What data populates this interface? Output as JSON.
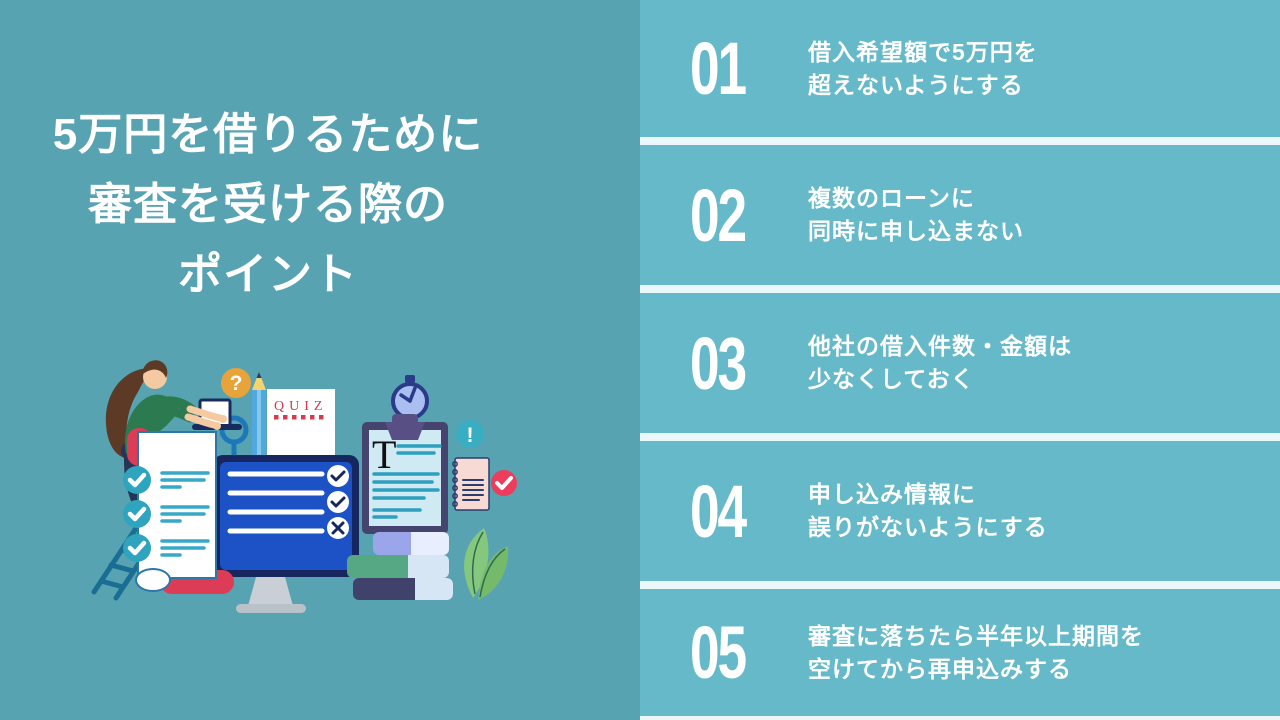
{
  "colors": {
    "left_bg": "#57A3B1",
    "right_bg": "#66B9C8",
    "divider": "#EBF7FA",
    "text": "#FFFFFF",
    "accent_red": "#DC3C55",
    "accent_orange": "#E8A33B",
    "accent_teal": "#2EA4BE",
    "monitor_blue": "#1C52C6"
  },
  "title": {
    "line1": "5万円を借りるために",
    "line2": "審査を受ける際の",
    "line3": "ポイント"
  },
  "points": [
    {
      "number": "01",
      "line1": "借入希望額で5万円を",
      "line2": "超えないようにする"
    },
    {
      "number": "02",
      "line1": "複数のローンに",
      "line2": "同時に申し込まない"
    },
    {
      "number": "03",
      "line1": "他社の借入件数・金額は",
      "line2": "少なくしておく"
    },
    {
      "number": "04",
      "line1": "申し込み情報に",
      "line2": "誤りがないようにする"
    },
    {
      "number": "05",
      "line1": "審査に落ちたら半年以上期間を",
      "line2": "空けてから再申込みする"
    }
  ],
  "illustration": {
    "quiz_label": "QUIZ",
    "clipboard_letter": "T",
    "question_mark": "?",
    "exclamation_mark": "!"
  }
}
